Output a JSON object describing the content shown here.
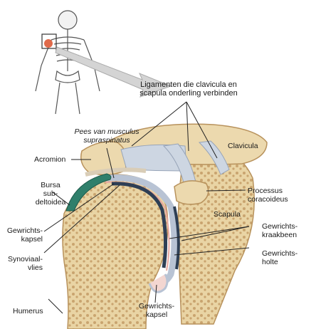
{
  "labels": {
    "ligaments": [
      "Ligamenten die clavicula en",
      "scapula onderling verbinden"
    ],
    "supraspinatus": [
      "Pees van musculus",
      "supraspinatus"
    ],
    "clavicula": "Clavicula",
    "acromion": "Acromion",
    "bursa": [
      "Bursa",
      "sub-",
      "deltoidea"
    ],
    "processus": [
      "Processus",
      "coracoideus"
    ],
    "scapula": "Scapula",
    "gewrichtskraakbeen": [
      "Gewrichts-",
      "kraakbeen"
    ],
    "gewrichtsholte": [
      "Gewrichts-",
      "holte"
    ],
    "gewrichtskapsel_left": [
      "Gewrichts-",
      "kapsel"
    ],
    "synoviaalvlies": [
      "Synoviaal-",
      "vlies"
    ],
    "humerus": "Humerus",
    "gewrichtskapsel_bottom": [
      "Gewrichts-",
      "kapsel"
    ]
  },
  "colors": {
    "bone": "#e8d3a6",
    "bone_marrow": "#caa874",
    "cartilage": "#2e3f55",
    "capsule": "#b8c3d4",
    "ligament": "#cdd6e2",
    "bursa": "#2f7f6b",
    "highlight": "#e06a4a"
  }
}
